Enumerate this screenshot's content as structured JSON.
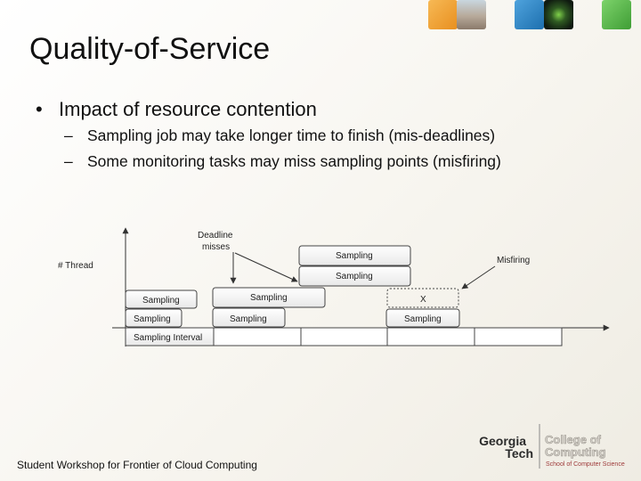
{
  "slide": {
    "title": "Quality-of-Service",
    "bullet": "Impact of resource contention",
    "subbullets": [
      "Sampling job may take longer time to finish (mis-deadlines)",
      "Some monitoring tasks may miss sampling points (misfiring)"
    ],
    "footer": "Student Workshop for Frontier of Cloud Computing"
  },
  "corner_icons": [
    {
      "name": "orange-tile",
      "color": "#f2a23a"
    },
    {
      "name": "campus-photo-tile",
      "color": "#a9a29a"
    },
    {
      "name": "blue-tile",
      "color": "#2f86c4"
    },
    {
      "name": "network-graphic-tile",
      "color": "#1d2a1a"
    },
    {
      "name": "green-tile",
      "color": "#58b84a"
    }
  ],
  "diagram": {
    "y_axis_label": "# Thread",
    "deadline_label_line1": "Deadline",
    "deadline_label_line2": "misses",
    "misfiring_label": "Misfiring",
    "sampling_label": "Sampling",
    "interval_label": "Sampling Interval",
    "missed_marker": "X"
  },
  "logo": {
    "line1": "Georgia",
    "line2": "Tech",
    "college_line1": "College of",
    "college_line2": "Computing",
    "school": "School of Computer Science"
  }
}
